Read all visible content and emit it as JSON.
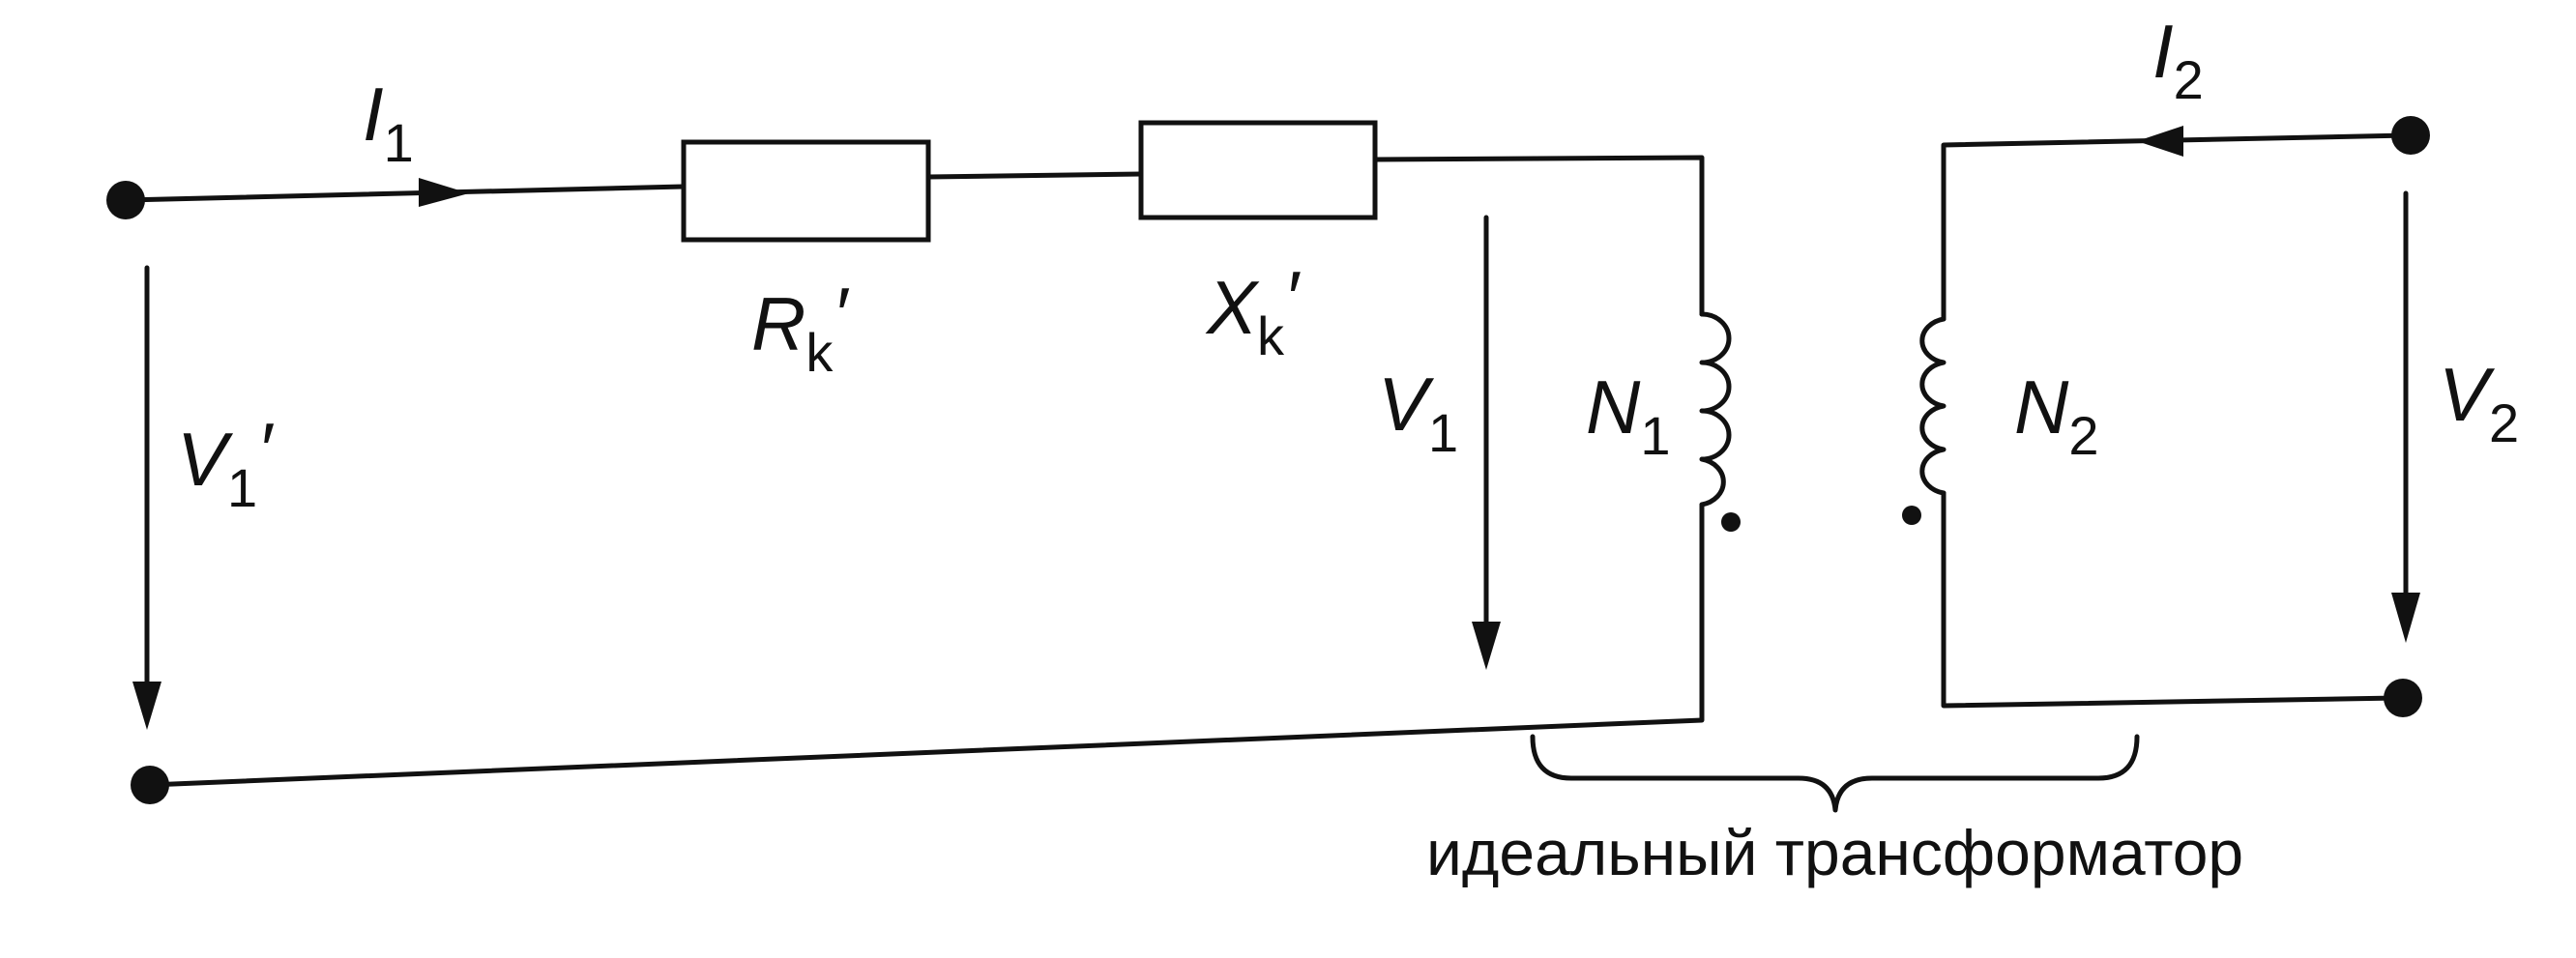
{
  "labels": {
    "i1": {
      "main": "I",
      "sub": "1"
    },
    "i2": {
      "main": "I",
      "sub": "2"
    },
    "rk": {
      "main": "R",
      "sub": "k",
      "prime": "′"
    },
    "xk": {
      "main": "X",
      "sub": "k",
      "prime": "′"
    },
    "v1prime": {
      "main": "V",
      "sub": "1",
      "prime": "′"
    },
    "v1": {
      "main": "V",
      "sub": "1"
    },
    "n1": {
      "main": "N",
      "sub": "1"
    },
    "n2": {
      "main": "N",
      "sub": "2"
    },
    "v2": {
      "main": "V",
      "sub": "2"
    }
  },
  "caption": "идеальный трансформатор",
  "colors": {
    "ink": "#111111",
    "background": "#ffffff"
  }
}
